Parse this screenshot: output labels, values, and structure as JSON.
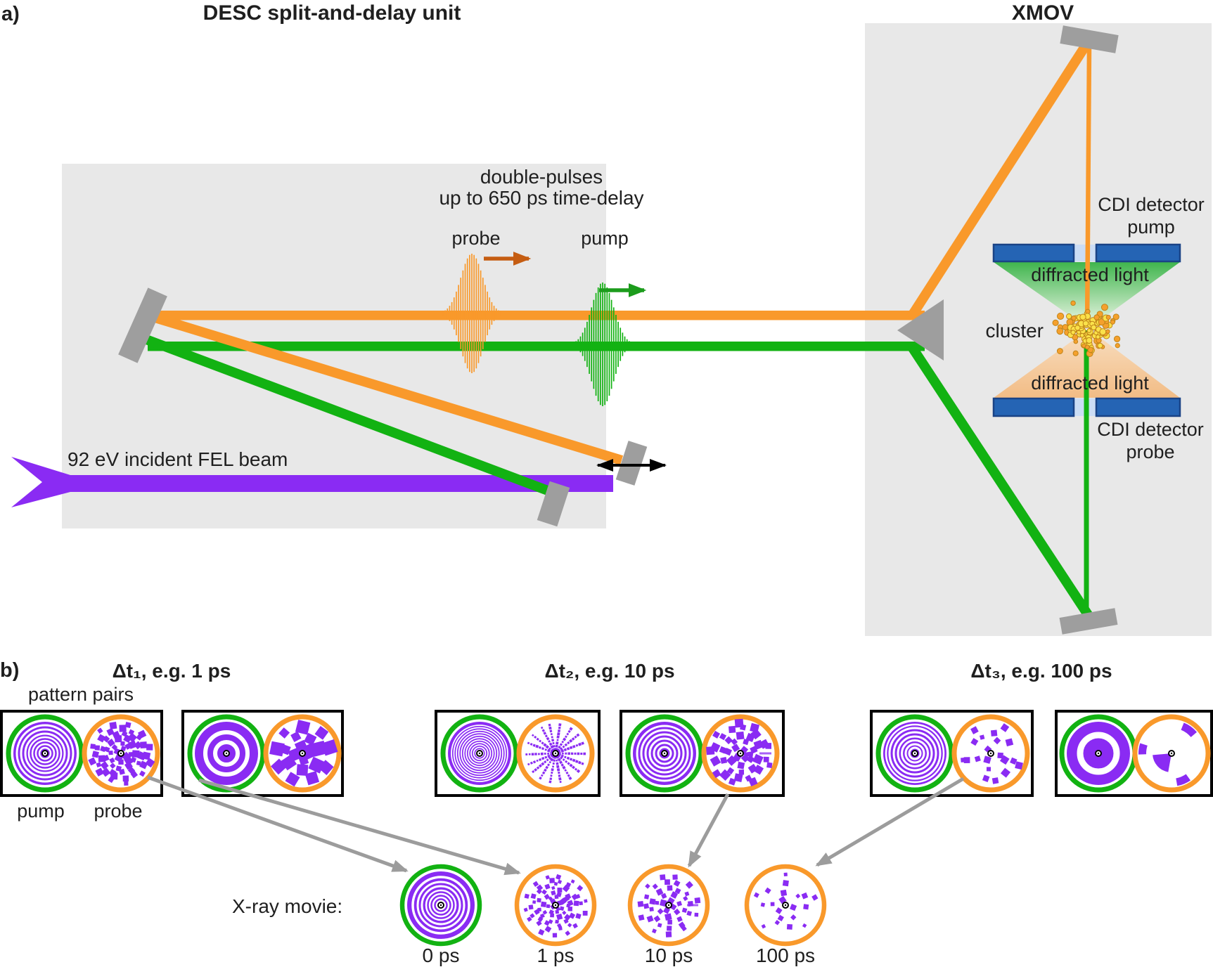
{
  "panel_a": {
    "label": "a)",
    "desc_title": "DESC split-and-delay unit",
    "xmov_title": "XMOV",
    "double_pulse_note_line1": "double-pulses",
    "double_pulse_note_line2": "up to 650 ps time-delay",
    "probe_pulse_label": "probe",
    "pump_pulse_label": "pump",
    "fel_beam_label": "92 eV incident FEL beam",
    "cdi_detector_pump_line1": "CDI detector",
    "cdi_detector_pump_line2": "pump",
    "diffracted_light_top": "diffracted light",
    "cluster_label": "cluster",
    "diffracted_light_bottom": "diffracted light",
    "cdi_detector_probe_line1": "CDI detector",
    "cdi_detector_probe_line2": "probe"
  },
  "panel_b": {
    "label": "b)",
    "groups": [
      {
        "title": "Δt₁, e.g. 1 ps"
      },
      {
        "title": "Δt₂, e.g. 10 ps"
      },
      {
        "title": "Δt₃, e.g. 100 ps"
      }
    ],
    "pattern_pairs_label": "pattern pairs",
    "pump_label": "pump",
    "probe_label": "probe",
    "xray_movie_label": "X-ray movie:",
    "movie_frames": [
      "0 ps",
      "1 ps",
      "10 ps",
      "100 ps"
    ]
  },
  "colors": {
    "accent_orange": "#F9992B",
    "accent_green": "#12B212",
    "fel_purple": "#8A2BF3",
    "pattern_purple": "#8A2BF3",
    "detector_blue": "#2564B4",
    "detector_blue_dark": "#1A4386",
    "detector_gap_blue": "#CBDDF5",
    "mirror_gray": "#9E9E9E",
    "panel_gray": "#E8E8E8",
    "cluster_yellow": "#FAE14A",
    "cluster_orange": "#F5A02D",
    "cluster_outline": "#BF8418",
    "arrow_gray": "#9C9C9C",
    "probe_arrow_dark_orange": "#C55D12",
    "pump_arrow_dark_green": "#1C9C1C",
    "cone_green": "#3FB54D",
    "cone_green_light": "#DCF0D8",
    "cone_orange_light": "#F8DDBE",
    "cone_orange": "#F2BC85",
    "text_dark": "#1F1F1F"
  },
  "patterns": {
    "pair1_pump": {
      "type": "rings",
      "rings": [
        [
          8,
          2.5
        ],
        [
          13,
          2.5
        ],
        [
          18,
          2.5
        ],
        [
          23,
          2.5
        ],
        [
          28,
          3
        ],
        [
          34,
          3
        ],
        [
          40,
          3
        ]
      ]
    },
    "pair1_probe": {
      "type": "squares",
      "seed": 7,
      "size": 8,
      "rings": [
        [
          7,
          4
        ],
        [
          14,
          8
        ],
        [
          21,
          11
        ],
        [
          28,
          13
        ],
        [
          35,
          15
        ],
        [
          42,
          12
        ]
      ]
    },
    "pair2_pump": {
      "type": "rings",
      "rings": [
        [
          16,
          6
        ],
        [
          30,
          6
        ]
      ]
    },
    "pair2_probe": {
      "type": "squares",
      "seed": 11,
      "size": 15,
      "rings": [
        [
          11,
          4
        ],
        [
          25,
          7
        ],
        [
          38,
          9
        ]
      ]
    },
    "pair3_pump": {
      "type": "rings",
      "rings": [
        [
          5,
          1.8
        ],
        [
          8.5,
          1.8
        ],
        [
          12,
          1.8
        ],
        [
          15.5,
          1.8
        ],
        [
          19,
          1.8
        ],
        [
          22.5,
          1.8
        ],
        [
          26,
          1.8
        ],
        [
          29.5,
          1.8
        ],
        [
          33,
          1.8
        ],
        [
          36.5,
          1.8
        ],
        [
          40,
          1.8
        ]
      ]
    },
    "pair3_probe": {
      "type": "spokes",
      "seed": 3,
      "spokes": 18,
      "dot": 3.2,
      "r0": 6,
      "r1": 43,
      "step": 4.4
    },
    "pair4_pump": {
      "type": "rings",
      "rings": [
        [
          9,
          3
        ],
        [
          15,
          3
        ],
        [
          21,
          3
        ],
        [
          27,
          3
        ],
        [
          33,
          3
        ],
        [
          39,
          3
        ]
      ]
    },
    "pair4_probe": {
      "type": "squares",
      "seed": 5,
      "size": 9.5,
      "rings": [
        [
          9,
          4
        ],
        [
          18,
          7
        ],
        [
          27,
          10
        ],
        [
          36,
          12
        ],
        [
          43,
          9
        ]
      ],
      "extras": "wedge-dash"
    },
    "pair5_pump": {
      "type": "rings",
      "rings": [
        [
          8,
          3
        ],
        [
          13,
          3
        ],
        [
          18.5,
          3
        ],
        [
          24,
          3
        ],
        [
          30,
          3
        ],
        [
          36,
          3
        ],
        [
          41,
          2.5
        ]
      ]
    },
    "pair5_probe": {
      "type": "squares",
      "seed": 9,
      "size": 8,
      "rings": [
        [
          11,
          3
        ],
        [
          22,
          5
        ],
        [
          32,
          7
        ],
        [
          41,
          5
        ]
      ],
      "jitter": 9
    },
    "pair6_pump": {
      "type": "rings",
      "rings": [
        [
          26,
          9
        ]
      ]
    },
    "pair6_probe": {
      "type": "wedges"
    },
    "movie1": {
      "type": "rings",
      "rings": [
        [
          6,
          2.5
        ],
        [
          11,
          2.5
        ],
        [
          16,
          2.5
        ],
        [
          21,
          2.5
        ],
        [
          27,
          3
        ],
        [
          33,
          3
        ],
        [
          40,
          3.5
        ]
      ]
    },
    "movie2": {
      "type": "squares",
      "seed": 13,
      "size": 6,
      "rings": [
        [
          5,
          4
        ],
        [
          11,
          7
        ],
        [
          17,
          10
        ],
        [
          23,
          12
        ],
        [
          29,
          13
        ],
        [
          35,
          14
        ],
        [
          42,
          14
        ]
      ]
    },
    "movie3": {
      "type": "squares",
      "seed": 17,
      "size": 7,
      "rings": [
        [
          8,
          4
        ],
        [
          16,
          7
        ],
        [
          24,
          10
        ],
        [
          32,
          12
        ],
        [
          41,
          11
        ]
      ],
      "extras": "dash"
    },
    "movie4": {
      "type": "squares",
      "seed": 21,
      "size": 6.5,
      "rings": [
        [
          10,
          3
        ],
        [
          20,
          5
        ],
        [
          30,
          7
        ],
        [
          40,
          5
        ]
      ],
      "jitter": 8
    }
  }
}
